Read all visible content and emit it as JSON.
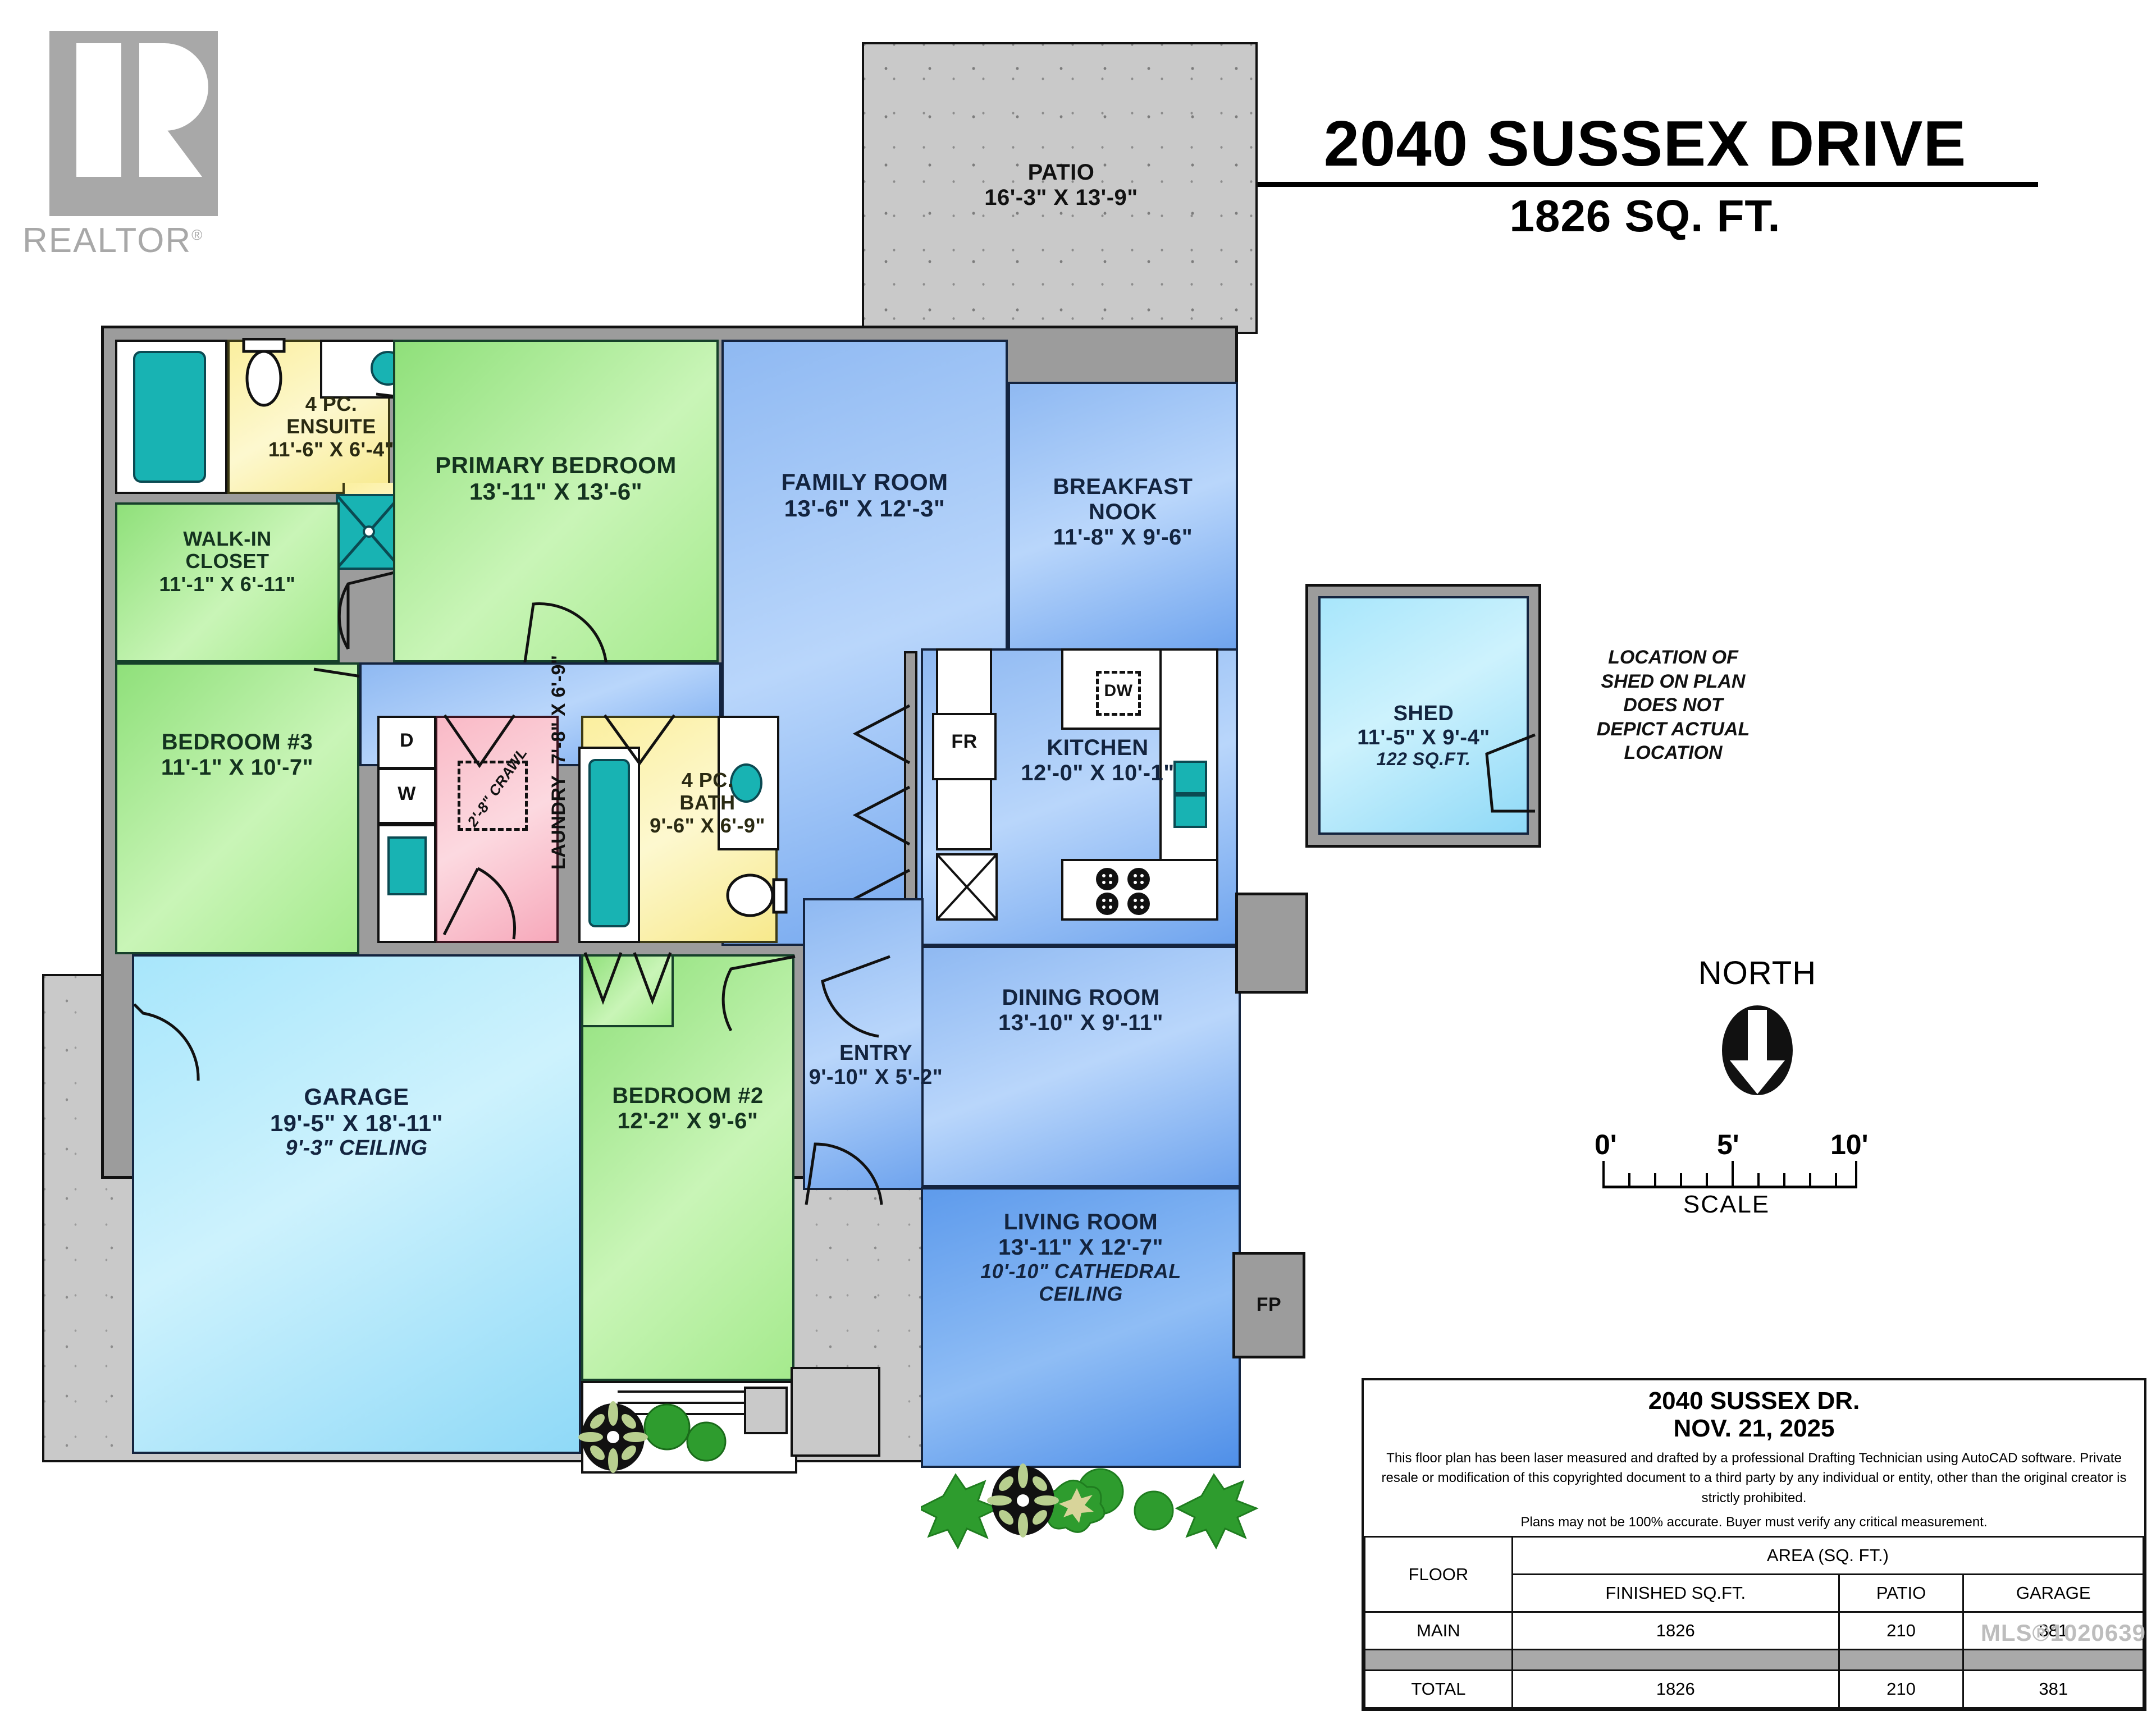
{
  "logo": {
    "brand": "REALTOR",
    "registered": "®"
  },
  "title": {
    "address": "2040 SUSSEX DRIVE",
    "area": "1826 SQ. FT."
  },
  "rooms": [
    {
      "id": "patio",
      "name": "PATIO",
      "dim": "16'-3\" X 13'-9\"",
      "note": ""
    },
    {
      "id": "ensuite",
      "name": "4 PC. ENSUITE",
      "line1": "4 PC.",
      "line2": "ENSUITE",
      "dim": "11'-6\" X 6'-4\""
    },
    {
      "id": "walkin",
      "name": "WALK-IN CLOSET",
      "line1": "WALK-IN",
      "line2": "CLOSET",
      "dim": "11'-1\" X 6'-11\""
    },
    {
      "id": "primary",
      "name": "PRIMARY BEDROOM",
      "dim": "13'-11\" X 13'-6\""
    },
    {
      "id": "family",
      "name": "FAMILY ROOM",
      "dim": "13'-6\" X 12'-3\""
    },
    {
      "id": "nook",
      "name": "BREAKFAST NOOK",
      "line1": "BREAKFAST",
      "line2": "NOOK",
      "dim": "11'-8\" X 9'-6\""
    },
    {
      "id": "bed3",
      "name": "BEDROOM #3",
      "dim": "11'-1\" X 10'-7\""
    },
    {
      "id": "laundry",
      "name": "LAUNDRY",
      "dim": "7'-8\" X 6'-9\"",
      "crawl": "2'-8\" CRAWL"
    },
    {
      "id": "bath",
      "name": "4 PC. BATH",
      "line1": "4 PC.",
      "line2": "BATH",
      "dim": "9'-6\" X 6'-9\""
    },
    {
      "id": "kitchen",
      "name": "KITCHEN",
      "dim": "12'-0\" X 10'-1\""
    },
    {
      "id": "garage",
      "name": "GARAGE",
      "dim": "19'-5\" X 18'-11\"",
      "note": "9'-3\" CEILING"
    },
    {
      "id": "bed2",
      "name": "BEDROOM #2",
      "dim": "12'-2\" X 9'-6\""
    },
    {
      "id": "entry",
      "name": "ENTRY",
      "dim": "9'-10\" X 5'-2\""
    },
    {
      "id": "dining",
      "name": "DINING ROOM",
      "dim": "13'-10\" X 9'-11\""
    },
    {
      "id": "living",
      "name": "LIVING ROOM",
      "dim": "13'-11\" X 12'-7\"",
      "note1": "10'-10\" CATHEDRAL",
      "note2": "CEILING"
    },
    {
      "id": "shed",
      "name": "SHED",
      "dim": "11'-5\" X 9'-4\"",
      "note": "122 SQ.FT."
    }
  ],
  "appliances": {
    "dryer": "D",
    "washer": "W",
    "fridge": "FR",
    "dishwasher": "DW",
    "fireplace": "FP"
  },
  "shed_note": {
    "l1": "LOCATION OF",
    "l2": "SHED ON PLAN",
    "l3": "DOES NOT",
    "l4": "DEPICT ACTUAL",
    "l5": "LOCATION"
  },
  "compass": {
    "label": "NORTH"
  },
  "scale": {
    "min": "0'",
    "mid": "5'",
    "max": "10'",
    "caption": "SCALE"
  },
  "info": {
    "address": "2040 SUSSEX DR.",
    "date": "NOV. 21, 2025",
    "disclaimer": "This floor plan has been laser measured and drafted by a professional Drafting Technician using AutoCAD software. Private resale or modification of this copyrighted document to a third party by any individual or entity, other than the original creator is strictly prohibited.",
    "disclaimer2": "Plans may not be 100% accurate.  Buyer must verify any critical measurement.",
    "table": {
      "group_header": "AREA (SQ. FT.)",
      "col_floor": "FLOOR",
      "cols": [
        "FINISHED SQ.FT.",
        "PATIO",
        "GARAGE"
      ],
      "rows": [
        {
          "floor": "MAIN",
          "values": [
            "1826",
            "210",
            "381"
          ]
        },
        {
          "floor": "TOTAL",
          "values": [
            "1826",
            "210",
            "381"
          ]
        }
      ]
    },
    "mls": "MLS®1020639"
  },
  "colors": {
    "green": "#8fe07a",
    "blue": "#8fb9f2",
    "blue_dark": "#5e9bec",
    "cyan": "#a8e6fb",
    "yellow": "#fbef9f",
    "pink": "#f9b9c6",
    "grey": "#c9c9c9",
    "wall": "#9c9c9c",
    "teal": "#18b3b3",
    "logo_grey": "#a8a8a8",
    "mls_grey": "#bdbdbd"
  }
}
